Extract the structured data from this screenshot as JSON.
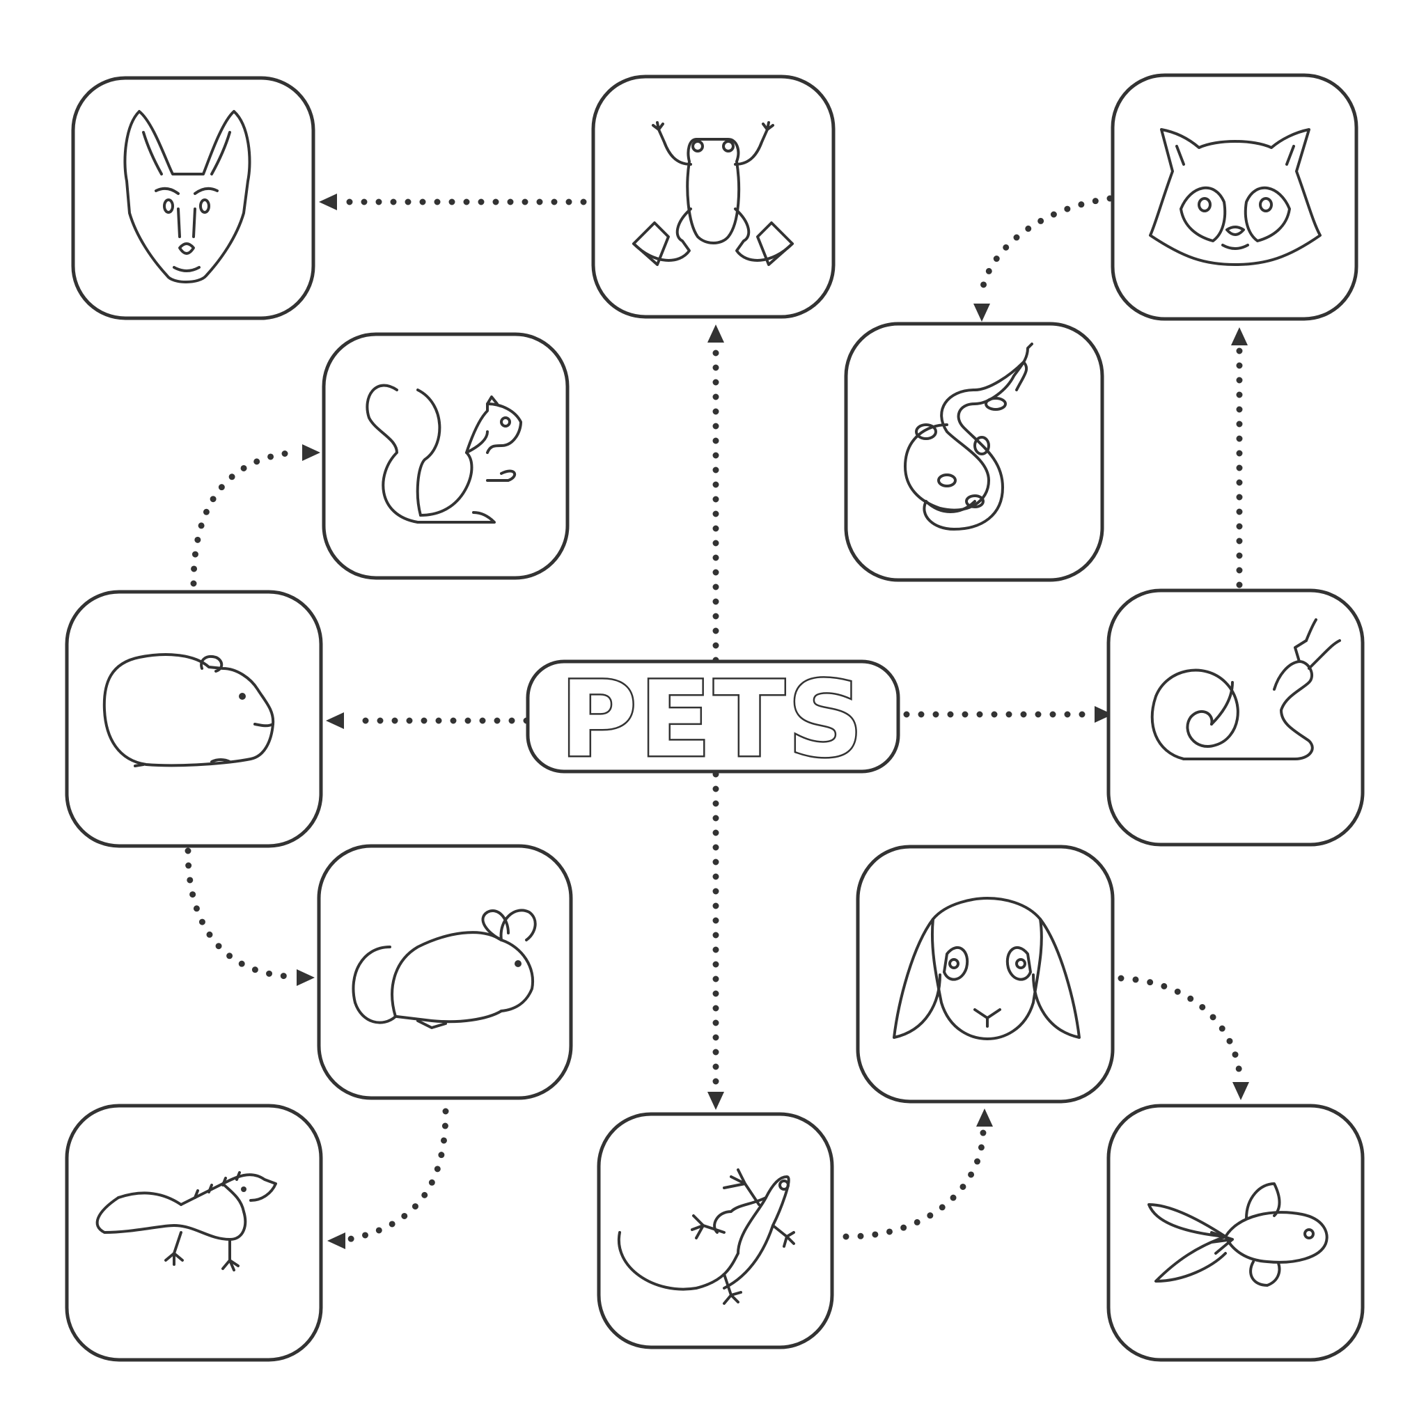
{
  "title": "PETS",
  "colors": {
    "stroke": "#333333",
    "background": "#ffffff"
  },
  "nodes": [
    {
      "id": "dog",
      "icon": "dog-icon"
    },
    {
      "id": "frog",
      "icon": "frog-icon"
    },
    {
      "id": "raccoon",
      "icon": "raccoon-icon"
    },
    {
      "id": "squirrel",
      "icon": "squirrel-icon"
    },
    {
      "id": "snake",
      "icon": "snake-icon"
    },
    {
      "id": "hamster",
      "icon": "hamster-icon"
    },
    {
      "id": "snail",
      "icon": "snail-icon"
    },
    {
      "id": "chinchilla",
      "icon": "chinchilla-icon"
    },
    {
      "id": "rabbit",
      "icon": "rabbit-icon"
    },
    {
      "id": "iguana",
      "icon": "iguana-icon"
    },
    {
      "id": "lizard",
      "icon": "lizard-icon"
    },
    {
      "id": "goldfish",
      "icon": "goldfish-icon"
    }
  ],
  "edges": [
    {
      "from": "pets",
      "to": "frog"
    },
    {
      "from": "frog",
      "to": "dog"
    },
    {
      "from": "pets",
      "to": "hamster"
    },
    {
      "from": "hamster",
      "to": "squirrel"
    },
    {
      "from": "hamster",
      "to": "chinchilla"
    },
    {
      "from": "chinchilla",
      "to": "iguana"
    },
    {
      "from": "pets",
      "to": "lizard"
    },
    {
      "from": "lizard",
      "to": "rabbit"
    },
    {
      "from": "rabbit",
      "to": "goldfish"
    },
    {
      "from": "pets",
      "to": "snail"
    },
    {
      "from": "snail",
      "to": "raccoon"
    },
    {
      "from": "raccoon",
      "to": "snake"
    }
  ]
}
